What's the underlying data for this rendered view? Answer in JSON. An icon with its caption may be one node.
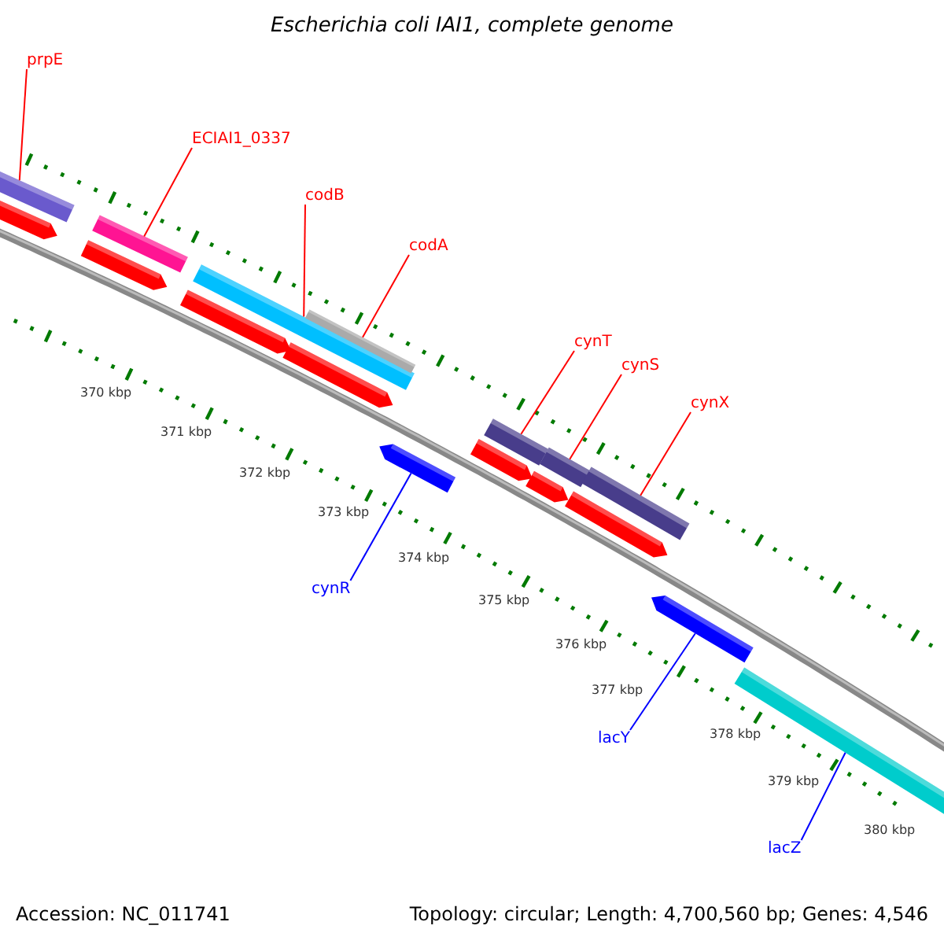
{
  "diagram": {
    "title": "Escherichia coli IAI1, complete genome",
    "nodes": [
      {
        "text": [
          "prpE"
        ]
      },
      {
        "text": [
          "ECIAI1_0337"
        ]
      },
      {
        "text": [
          "codB"
        ]
      },
      {
        "text": [
          "codA"
        ]
      },
      {
        "text": [
          "cynT"
        ]
      },
      {
        "text": [
          "cynS"
        ]
      },
      {
        "text": [
          "cynX"
        ]
      },
      {
        "text": [
          "cynR"
        ]
      },
      {
        "text": [
          "lacY"
        ]
      },
      {
        "text": [
          "lacZ"
        ]
      },
      {
        "text": [],
        "shape": "bar"
      },
      {
        "text": [],
        "shape": "bar"
      },
      {
        "text": [],
        "shape": "bar"
      },
      {
        "text": [],
        "shape": "bar"
      },
      {
        "text": [],
        "shape": "bar"
      },
      {
        "text": [],
        "shape": "bar"
      },
      {
        "text": [],
        "shape": "bar"
      },
      {
        "text": [],
        "shape": "arrow"
      },
      {
        "text": [],
        "shape": "arrow"
      },
      {
        "text": [],
        "shape": "bar"
      },
      {
        "text": [],
        "shape": "arrow"
      },
      {
        "text": [],
        "shape": "arrow"
      },
      {
        "text": [],
        "shape": "arrow"
      },
      {
        "text": [],
        "shape": "arrow"
      },
      {
        "text": [],
        "shape": "arrow"
      },
      {
        "text": [],
        "shape": "arrow"
      },
      {
        "text": [],
        "shape": "arrow"
      }
    ],
    "edges": [
      {
        "from": 0,
        "to": 10,
        "arrow": "none"
      },
      {
        "from": 1,
        "to": 11,
        "arrow": "none"
      },
      {
        "from": 2,
        "to": 12,
        "arrow": "none"
      },
      {
        "from": 3,
        "to": 13,
        "arrow": "none"
      },
      {
        "from": 4,
        "to": 14,
        "arrow": "none"
      },
      {
        "from": 5,
        "to": 15,
        "arrow": "none"
      },
      {
        "from": 6,
        "to": 16,
        "arrow": "none"
      },
      {
        "from": 7,
        "to": 17,
        "arrow": "none",
        "color": "#0000ff"
      },
      {
        "from": 8,
        "to": 18,
        "arrow": "none",
        "color": "#0000ff"
      },
      {
        "from": 9,
        "to": 19,
        "arrow": "none",
        "color": "#0000ff"
      }
    ],
    "labels": [
      "370 kbp",
      "371 kbp",
      "372 kbp",
      "373 kbp",
      "374 kbp",
      "375 kbp",
      "376 kbp",
      "377 kbp",
      "378 kbp",
      "379 kbp",
      "380 kbp",
      "Accession: NC_011741",
      "Topology: circular; Length: 4,700,560 bp; Genes: 4,546"
    ]
  }
}
